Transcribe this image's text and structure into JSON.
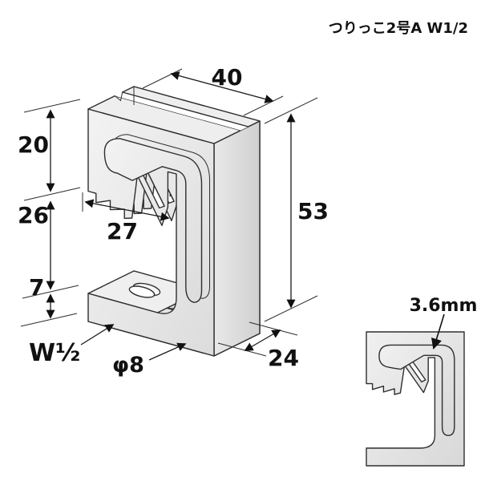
{
  "title": "つりっこ2号A W1/2",
  "iso": {
    "dim_width": "40",
    "dim_height": "53",
    "dim_top": "20",
    "dim_middle": "26",
    "dim_foot": "7",
    "dim_mouth": "27",
    "dim_depth": "24",
    "label_thread": "W½",
    "label_hole": "φ8"
  },
  "section": {
    "label_gap": "3.6mm"
  },
  "colors": {
    "line": "#2e2e2e",
    "face_light": "#f2f2f2",
    "face_dark": "#d9d9d9"
  }
}
